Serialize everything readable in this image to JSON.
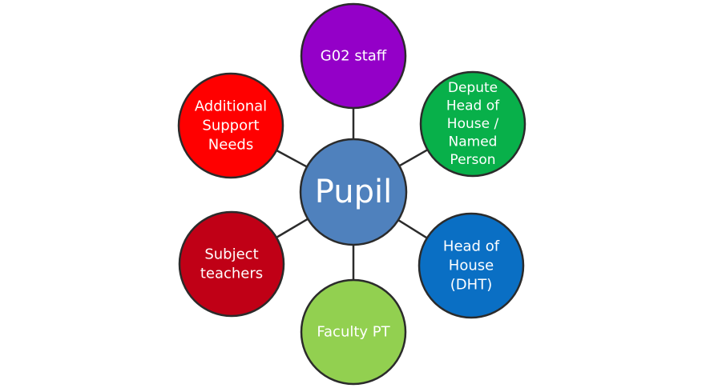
{
  "center": {
    "label": "Pupil",
    "color": "#4f81bd"
  },
  "nodes": [
    {
      "id": "g02-staff",
      "lines": [
        "G02 staff"
      ],
      "color": "#9400c8"
    },
    {
      "id": "depute-head",
      "lines": [
        "Depute",
        "Head of",
        "House /",
        "Named",
        "Person"
      ],
      "color": "#08b04a"
    },
    {
      "id": "head-of-house",
      "lines": [
        "Head of",
        "House",
        "(DHT)"
      ],
      "color": "#0a6fc4"
    },
    {
      "id": "faculty-pt",
      "lines": [
        "Faculty PT"
      ],
      "color": "#92d050"
    },
    {
      "id": "subject-teachers",
      "lines": [
        "Subject",
        "teachers"
      ],
      "color": "#c00016"
    },
    {
      "id": "additional-support",
      "lines": [
        "Additional",
        "Support",
        "Needs"
      ],
      "color": "#ff0000"
    }
  ]
}
